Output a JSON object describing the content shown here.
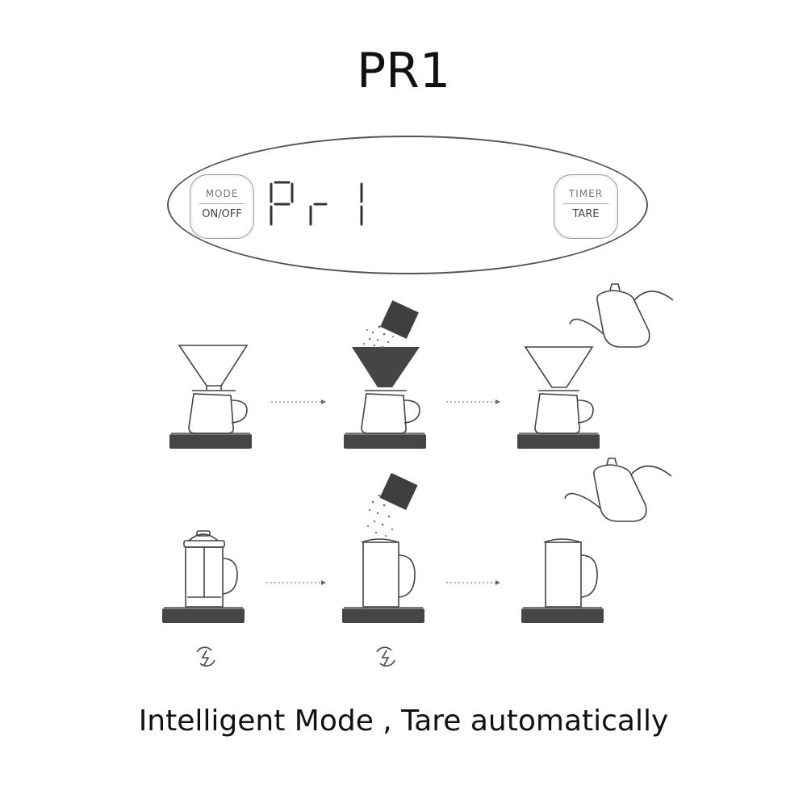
{
  "title": "PR1",
  "scale": {
    "mode_button": {
      "top_label": "MODE",
      "bottom_label": "ON/OFF"
    },
    "timer_button": {
      "top_label": "TIMER",
      "bottom_label": "TARE"
    },
    "display_text": "Pr 1"
  },
  "icons": {
    "auto_tare_icon": "refresh-bolt-icon"
  },
  "caption": "Intelligent Mode , Tare automatically"
}
